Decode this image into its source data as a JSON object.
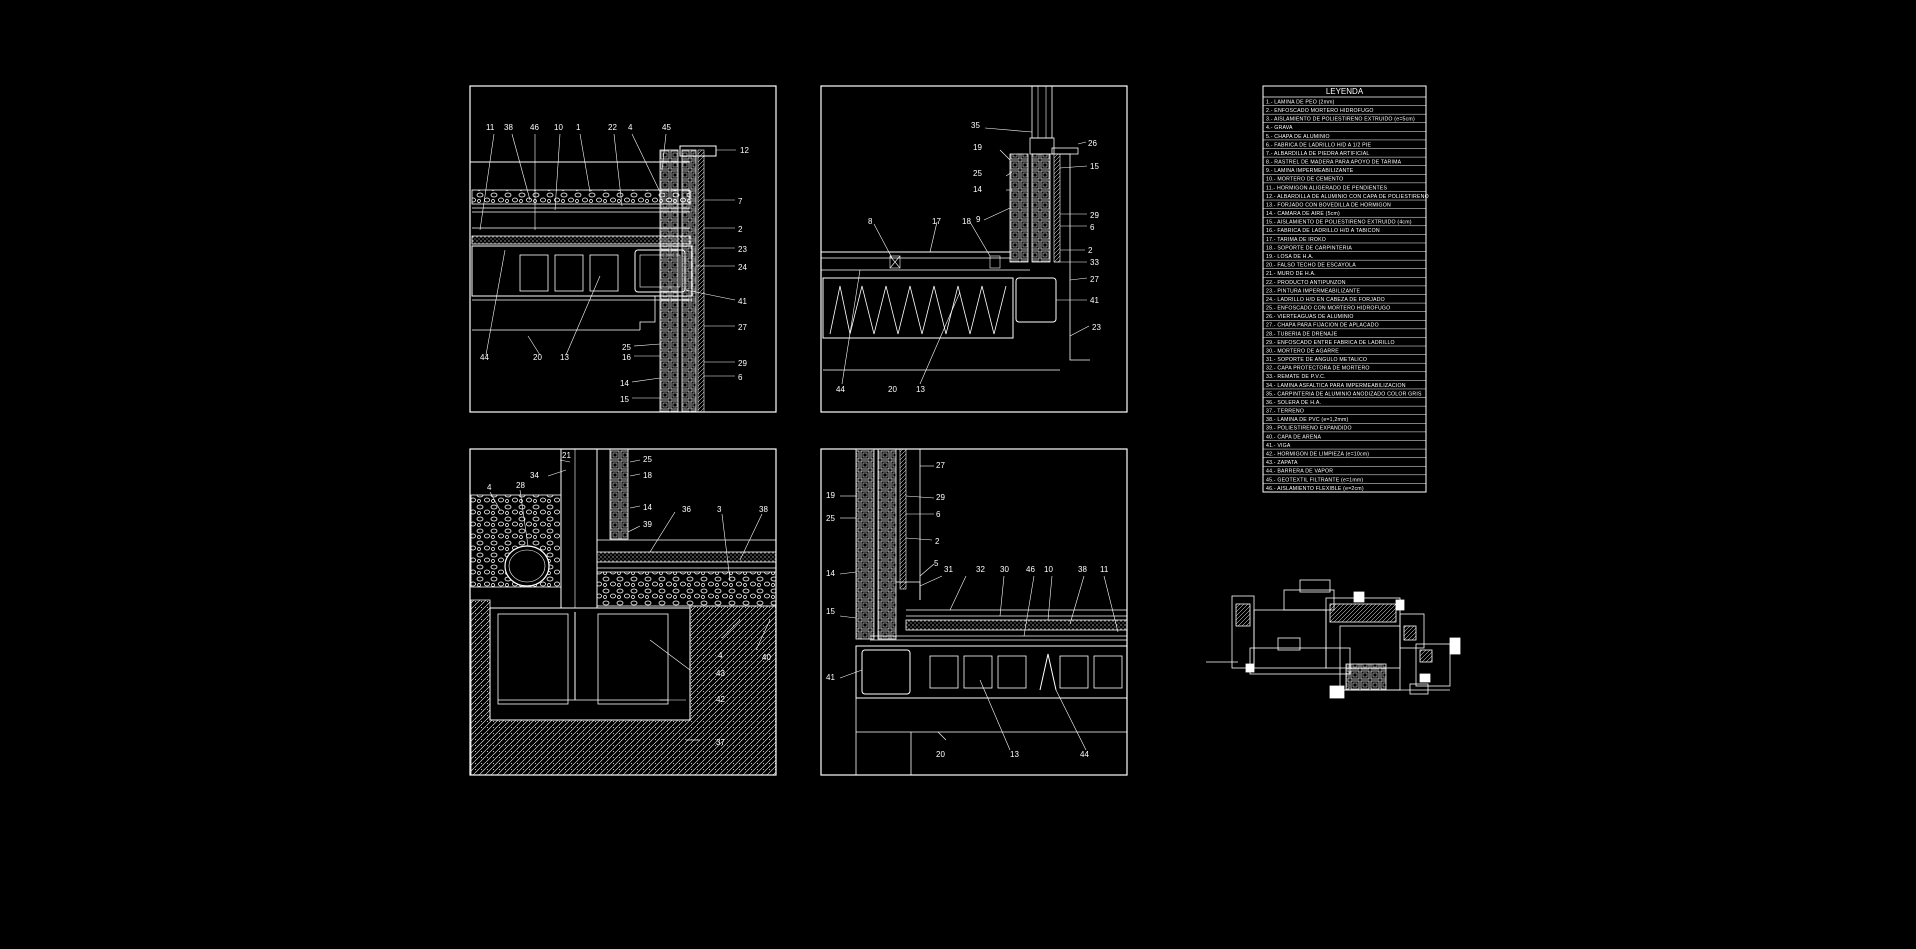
{
  "colors": {
    "background": "#000000",
    "lines": "#ffffff"
  },
  "detail1": {
    "top_labels": [
      "11",
      "38",
      "46",
      "10",
      "1",
      "22",
      "4",
      "45"
    ],
    "right_labels": [
      "12",
      "7",
      "2",
      "23",
      "24",
      "41",
      "27",
      "29",
      "6"
    ],
    "bottom_labels": [
      "44",
      "20",
      "13"
    ],
    "lower_right_labels": [
      "25",
      "16",
      "14",
      "15"
    ]
  },
  "detail2": {
    "left_labels": [
      "35",
      "19",
      "25",
      "14",
      "9",
      "8",
      "17",
      "18"
    ],
    "right_labels": [
      "26",
      "15",
      "29",
      "6",
      "2",
      "33",
      "27",
      "41",
      "23"
    ],
    "bottom_labels": [
      "44",
      "20",
      "13"
    ]
  },
  "detail3": {
    "labels_top": [
      "21",
      "34",
      "4",
      "28",
      "25",
      "18",
      "14",
      "39",
      "36",
      "3",
      "38"
    ],
    "labels_right": [
      "4",
      "40",
      "43",
      "42",
      "37"
    ]
  },
  "detail4": {
    "left_labels": [
      "19",
      "25",
      "14",
      "15",
      "41"
    ],
    "right_labels": [
      "27",
      "29",
      "6",
      "2",
      "5",
      "31",
      "32",
      "30",
      "46",
      "10",
      "38",
      "11"
    ],
    "bottom_labels": [
      "20",
      "13",
      "44"
    ]
  },
  "legend": {
    "title": "LEYENDA",
    "items": [
      "1.- LAMINA DE PEO (2mm)",
      "2.- ENFOSCADO MORTERO HIDROFUGO",
      "3.- AISLAMIENTO DE POLIESTIRENO EXTRUIDO (e=5cm)",
      "4.- GRAVA",
      "5.- CHAPA DE ALUMINIO",
      "6.- FABRICA DE LADRILLO H/D A 1/2 PIE",
      "7.- ALBARDILLA DE PIEDRA ARTIFICIAL",
      "8.- RASTREL DE MADERA PARA APOYO DE TARIMA",
      "9.- LAMINA IMPERMEABILIZANTE",
      "10.- MORTERO DE CEMENTO",
      "11.- HORMIGON ALIGERADO DE PENDIENTES",
      "12.- ALBARDILLA DE ALUMINIO CON CAPA DE POLIESTIRENO",
      "13.- FORJADO CON BOVEDILLA DE HORMIGON",
      "14.- CAMARA DE AIRE (5cm)",
      "15.- AISLAMIENTO DE POLIESTIRENO EXTRUIDO (4cm)",
      "16.- FABRICA DE LADRILLO H/D A TABICON",
      "17.- TARIMA DE IROKO",
      "18.- SOPORTE DE CARPINTERIA",
      "19.- LOSA DE H.A.",
      "20.- FALSO TECHO DE ESCAYOLA",
      "21.- MURO DE H.A.",
      "22.- PRODUCTO ANTIPUNZON",
      "23.- PINTURA IMPERMEABILIZANTE",
      "24.- LADRILLO H/D EN CABEZA DE FORJADO",
      "25.- ENFOSCADO CON MORTERO HIDROFUGO",
      "26.- VIERTEAGUAS DE ALUMINIO",
      "27.- CHAPA PARA FIJACION DE APLACADO",
      "28.- TUBERIA DE DRENAJE",
      "29.- ENFOSCADO ENTRE FABRICA DE LADRILLO",
      "30.- MORTERO DE AGARRE",
      "31.- SOPORTE DE ANGULO METALICO",
      "32.- CAPA PROTECTORA DE MORTERO",
      "33.- REMATE DE P.V.C.",
      "34.- LAMINA ASFALTICA PARA IMPERMEABILIZACION",
      "35.- CARPINTERIA DE ALUMINIO ANODIZADO COLOR GRIS",
      "36.- SOLERA DE H.A.",
      "37.- TERRENO",
      "38.- LAMINA DE PVC (e=1,2mm)",
      "39.- POLIESTIRENO EXPANDIDO",
      "40.- CAPA DE ARENA",
      "41.- VIGA",
      "42.- HORMIGON DE LIMPIEZA (e=10cm)",
      "43.- ZAPATA",
      "44.- BARRERA DE VAPOR",
      "45.- GEOTEXTIL FILTRANTE (e=1mm)",
      "46.- AISLAMIENTO FLEXIBLE (e=2cm)"
    ]
  }
}
